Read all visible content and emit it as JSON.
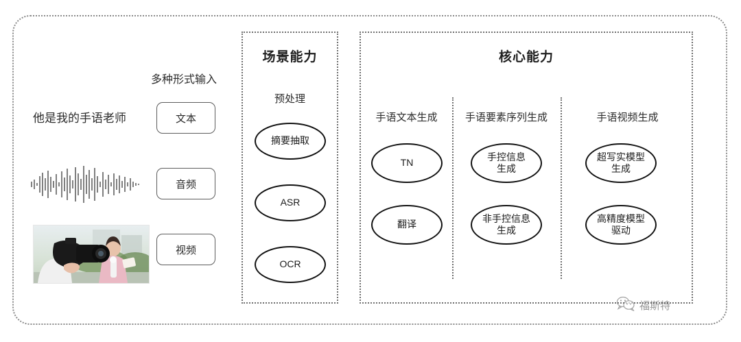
{
  "diagram": {
    "input_section": {
      "heading": "多种形式输入",
      "sample_text": "他是我的手语老师",
      "chips": [
        {
          "label": "文本",
          "name": "chip-text"
        },
        {
          "label": "音频",
          "name": "chip-audio"
        },
        {
          "label": "视频",
          "name": "chip-video"
        }
      ],
      "waveform_icon": "audio-waveform-icon",
      "video_thumbnail_icon": "video-thumbnail-image"
    },
    "scene_panel": {
      "title": "场景能力",
      "subtitle": "预处理",
      "nodes": [
        {
          "label": "摘要抽取"
        },
        {
          "label": "ASR"
        },
        {
          "label": "OCR"
        }
      ]
    },
    "core_panel": {
      "title": "核心能力",
      "columns": [
        {
          "header": "手语文本生成",
          "nodes": [
            {
              "label": "TN"
            },
            {
              "label": "翻译"
            }
          ]
        },
        {
          "header": "手语要素序列生成",
          "nodes": [
            {
              "label": "手控信息\n生成"
            },
            {
              "label": "非手控信息\n生成"
            }
          ]
        },
        {
          "header": "手语视频生成",
          "nodes": [
            {
              "label": "超写实模型\n生成"
            },
            {
              "label": "高精度模型\n驱动"
            }
          ]
        }
      ]
    },
    "watermark": {
      "icon": "wechat-icon",
      "label": "福斯特"
    },
    "colors": {
      "frame_border": "#8a8a8a",
      "panel_border": "#6f6f6f",
      "ellipse_border": "#111111",
      "chip_border": "#5c5c5c",
      "text": "#2b2b2b",
      "background": "#ffffff"
    }
  }
}
